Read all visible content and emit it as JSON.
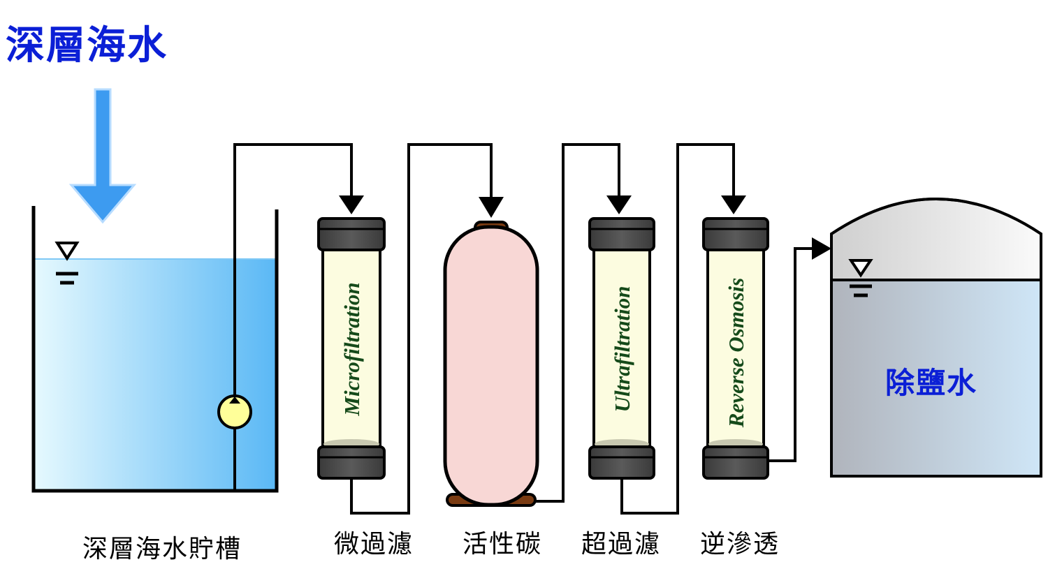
{
  "source": {
    "label": "深層海水"
  },
  "tank": {
    "label": "深層海水貯槽"
  },
  "stages": [
    {
      "id": "mf",
      "cn_label": "微過濾",
      "membrane_label": "Microfiltration"
    },
    {
      "id": "ac",
      "cn_label": "活性碳"
    },
    {
      "id": "uf",
      "cn_label": "超過濾",
      "membrane_label": "Ultrafiltration"
    },
    {
      "id": "ro",
      "cn_label": "逆滲透",
      "membrane_label": "Reverse Osmosis"
    }
  ],
  "product": {
    "label": "除鹽水"
  },
  "colors": {
    "title": "#0b1fd6",
    "arrow_down": "#3d9bf0",
    "water_light": "#e6f9fe",
    "water_dark": "#5ab8f5",
    "pump": "#ffff99",
    "cartridge_cap": "#4a4a4a",
    "cartridge_body": "#fcfce0",
    "membrane_text": "#154a1a",
    "carbon_vessel": "#f8d7d5",
    "carbon_base": "#7a3b12",
    "product_water": "#cde4f2",
    "product_dome": "#e8e8e8"
  }
}
